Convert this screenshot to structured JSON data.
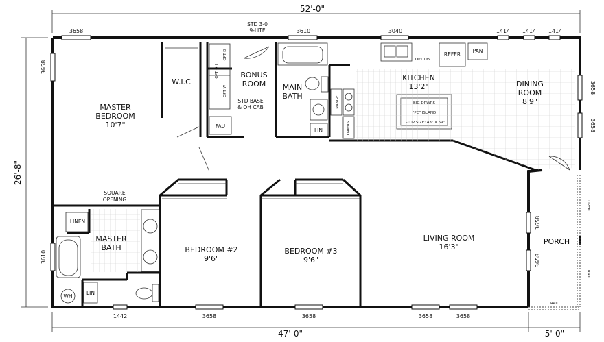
{
  "dimensions": {
    "overall_width": "52'-0\"",
    "home_width": "47'-0\"",
    "porch_width": "5'-0\"",
    "depth": "26'-8\""
  },
  "rooms": {
    "master_bedroom": {
      "name": "MASTER",
      "name2": "BEDROOM",
      "size": "10'7\""
    },
    "wic": "W.I.C",
    "bonus_room": {
      "name": "BONUS",
      "name2": "ROOM"
    },
    "std_door": {
      "line1": "STD 3-0",
      "line2": "9-LITE"
    },
    "std_base": {
      "line1": "STD BASE",
      "line2": "& OH CAB"
    },
    "fau": "FAU",
    "opt_oh": "OPT OH",
    "opt_w": "OPT W",
    "opt_d": "OPT D",
    "main_bath": {
      "name": "MAIN",
      "name2": "BATH"
    },
    "lin": "LIN",
    "range": "RANGE",
    "drwrs": "DRWRS",
    "kitchen": {
      "name": "KITCHEN",
      "size": "13'2\""
    },
    "opt_dw": "OPT DW",
    "refer": "REFER",
    "pan": "PAN",
    "island": {
      "line1": "BIG DRWRS",
      "line2": "\"PC\" ISLAND",
      "line3": "C-TOP SIZE: 43\" X 69\""
    },
    "dining_room": {
      "name": "DINING",
      "name2": "ROOM",
      "size": "8'9\""
    },
    "linen": "LINEN",
    "square_opening": {
      "line1": "SQUARE",
      "line2": "OPENING"
    },
    "master_bath": {
      "name": "MASTER",
      "name2": "BATH"
    },
    "wh": "WH",
    "bedroom2": {
      "name": "BEDROOM #2",
      "size": "9'6\""
    },
    "bedroom3": {
      "name": "BEDROOM #3",
      "size": "9'6\""
    },
    "living_room": {
      "name": "LIVING ROOM",
      "size": "16'3\""
    },
    "porch": "PORCH",
    "open": "OPEN",
    "rail": "RAIL"
  },
  "windows": {
    "w3658": "3658",
    "w3610": "3610",
    "w3040": "3040",
    "w1414": "1414",
    "w1442": "1442"
  }
}
